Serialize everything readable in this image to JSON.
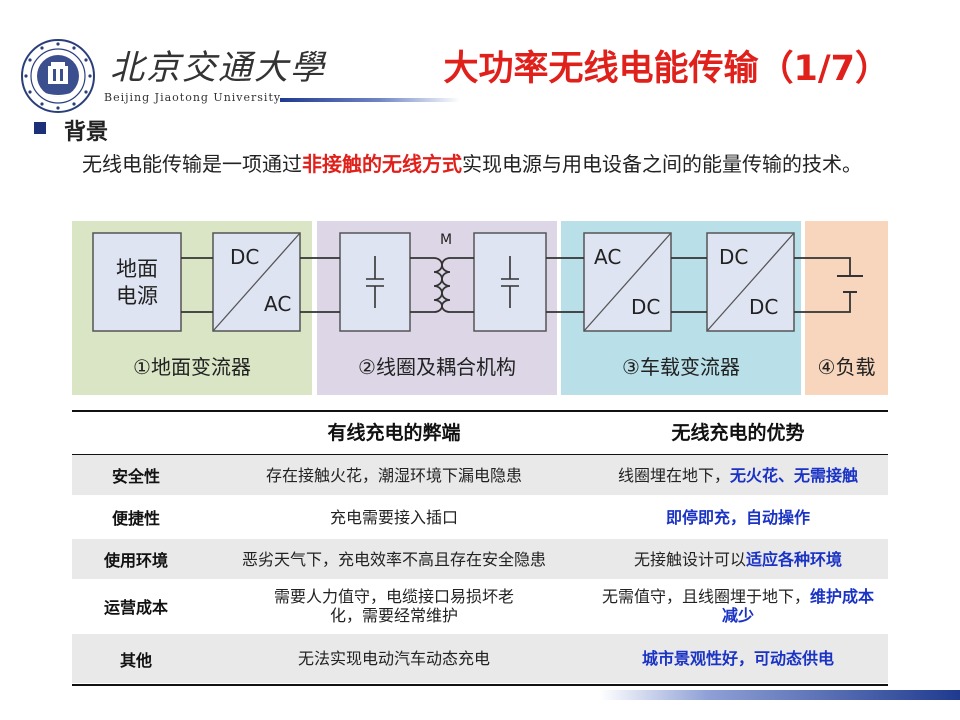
{
  "header": {
    "logo_name_cn": "北京交通大學",
    "logo_name_en": "Beijing Jiaotong University",
    "title": "大功率无线电能传输（1/7）"
  },
  "section": {
    "heading": "背景",
    "intro_pre": "无线电能传输是一项通过",
    "intro_highlight": "非接触的无线方式",
    "intro_post": "实现电源与用电设备之间的能量传输的技术。"
  },
  "diagram": {
    "source_line1": "地面",
    "source_line2": "电源",
    "inv1_top": "DC",
    "inv1_bottom": "AC",
    "mutual": "M",
    "rect_top": "AC",
    "rect_bottom": "DC",
    "dcdc_top": "DC",
    "dcdc_bottom": "DC",
    "zones": [
      {
        "label": "①地面变流器",
        "color": "#d9e5c4"
      },
      {
        "label": "②线圈及耦合机构",
        "color": "#dcd6e6"
      },
      {
        "label": "③车载变流器",
        "color": "#b9dfe9"
      },
      {
        "label": "④负载",
        "color": "#f7d6bd"
      }
    ],
    "box_border": "#555555",
    "box_fill": "#dfe4f2"
  },
  "table": {
    "headers": [
      "",
      "有线充电的弊端",
      "无线充电的优势"
    ],
    "rows": [
      {
        "category": "安全性",
        "wired": "存在接触火花，潮湿环境下漏电隐患",
        "wireless_plain": "线圈埋在地下，",
        "wireless_blue": "无火花、无需接触"
      },
      {
        "category": "便捷性",
        "wired": "充电需要接入插口",
        "wireless_plain": "",
        "wireless_blue": "即停即充，自动操作"
      },
      {
        "category": "使用环境",
        "wired": "恶劣天气下，充电效率不高且存在安全隐患",
        "wireless_plain": "无接触设计可以",
        "wireless_blue": "适应各种环境"
      },
      {
        "category": "运营成本",
        "wired": "需要人力值守，电缆接口易损坏老化，需要经常维护",
        "wireless_plain": "无需值守，且线圈埋于地下，",
        "wireless_blue": "维护成本减少"
      },
      {
        "category": "其他",
        "wired": "无法实现电动汽车动态充电",
        "wireless_plain": "",
        "wireless_blue": "城市景观性好，可动态供电"
      }
    ]
  },
  "colors": {
    "title_red": "#e0201b",
    "accent_blue": "#1a33c4",
    "navy": "#1d2f76"
  }
}
